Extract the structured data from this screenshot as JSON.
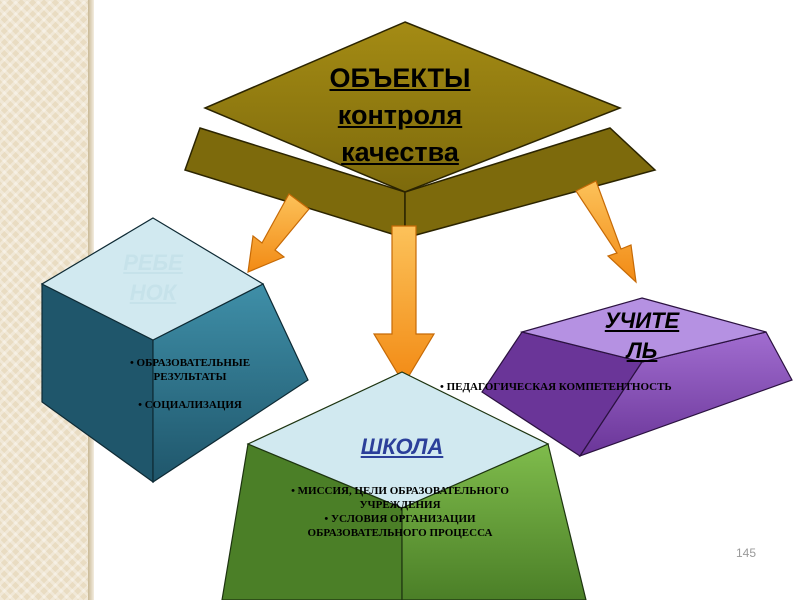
{
  "center": {
    "title_lines": [
      "ОБЪЕКТЫ",
      "контроля",
      "качества"
    ],
    "color": "#9b8210"
  },
  "nodes": [
    {
      "id": "rebenok",
      "title": "РЕБЕ\nНОК",
      "title_color": "#c6e2ea",
      "items": [
        "• ОБРАЗОВАТЕЛЬНЫЕ РЕЗУЛЬТАТЫ",
        "• СОЦИАЛИЗАЦИЯ"
      ]
    },
    {
      "id": "shkola",
      "title": "ШКОЛА",
      "title_color": "#2b3f9a",
      "items": [
        "• МИССИЯ, ЦЕЛИ ОБРАЗОВАТЕЛЬНОГО УЧРЕЖДЕНИЯ",
        "• УСЛОВИЯ ОРГАНИЗАЦИИ ОБРАЗОВАТЕЛЬНОГО ПРОЦЕССА"
      ]
    },
    {
      "id": "uchitel",
      "title": "УЧИТЕ\nЛЬ",
      "title_color": "#000000",
      "items": [
        "• ПЕДАГОГИЧЕСКАЯ КОМПЕТЕНТНОСТЬ"
      ]
    }
  ],
  "page_number": "145",
  "colors": {
    "arrow": "#f8a532",
    "arrow_outline": "#c66a06",
    "teal": "#2e6f84",
    "green": "#6aa23b",
    "purple": "#8a4fb8"
  }
}
